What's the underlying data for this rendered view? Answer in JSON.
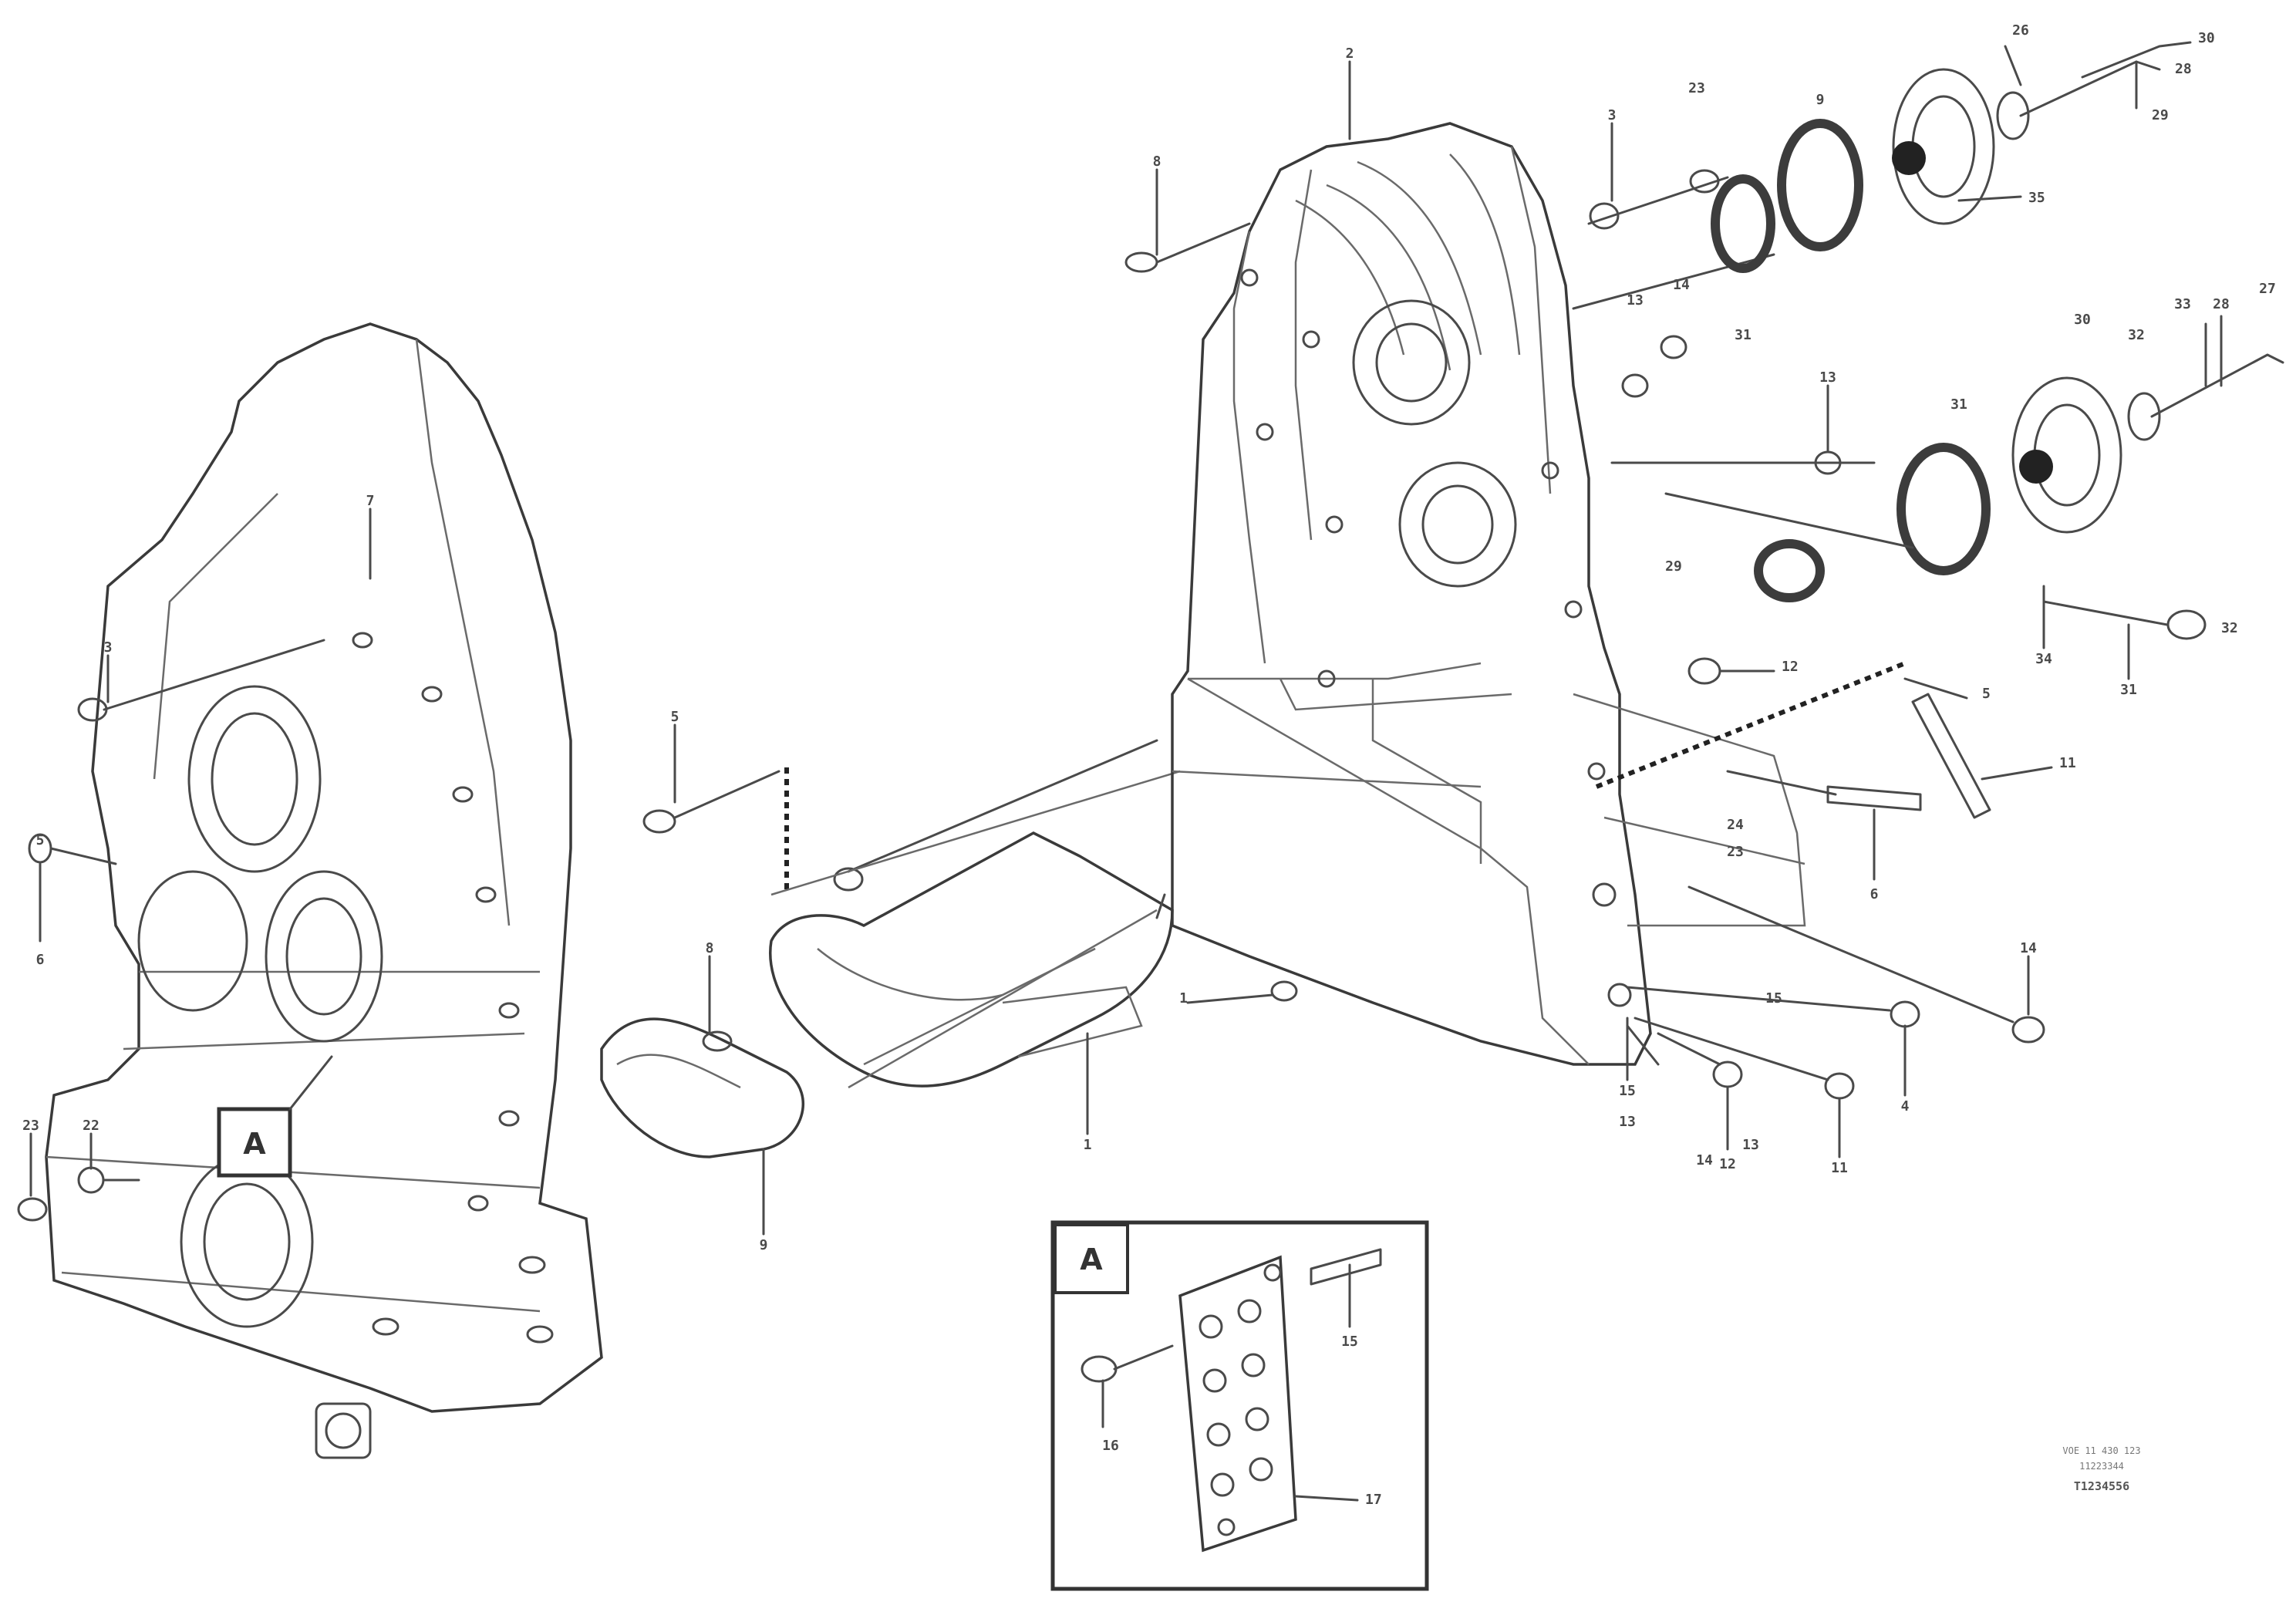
{
  "callout": {
    "letter": "A"
  },
  "detail_view": {
    "letter": "A",
    "labels": [
      "15",
      "16",
      "17"
    ]
  },
  "part_labels": [
    "7",
    "3",
    "2",
    "8",
    "5",
    "5",
    "8",
    "1",
    "9",
    "1",
    "23",
    "22",
    "6",
    "3",
    "23",
    "13",
    "14",
    "13",
    "12",
    "24",
    "23",
    "6",
    "5",
    "11",
    "14",
    "15",
    "12",
    "4",
    "15",
    "11",
    "13",
    "14",
    "13",
    "9",
    "26",
    "30",
    "28",
    "29",
    "35",
    "31",
    "27",
    "30",
    "32",
    "33",
    "28",
    "31",
    "34",
    "31",
    "29",
    "32"
  ],
  "reference": {
    "line1": "VOE 11 430 123",
    "line2": "11223344",
    "id": "T1234556"
  }
}
